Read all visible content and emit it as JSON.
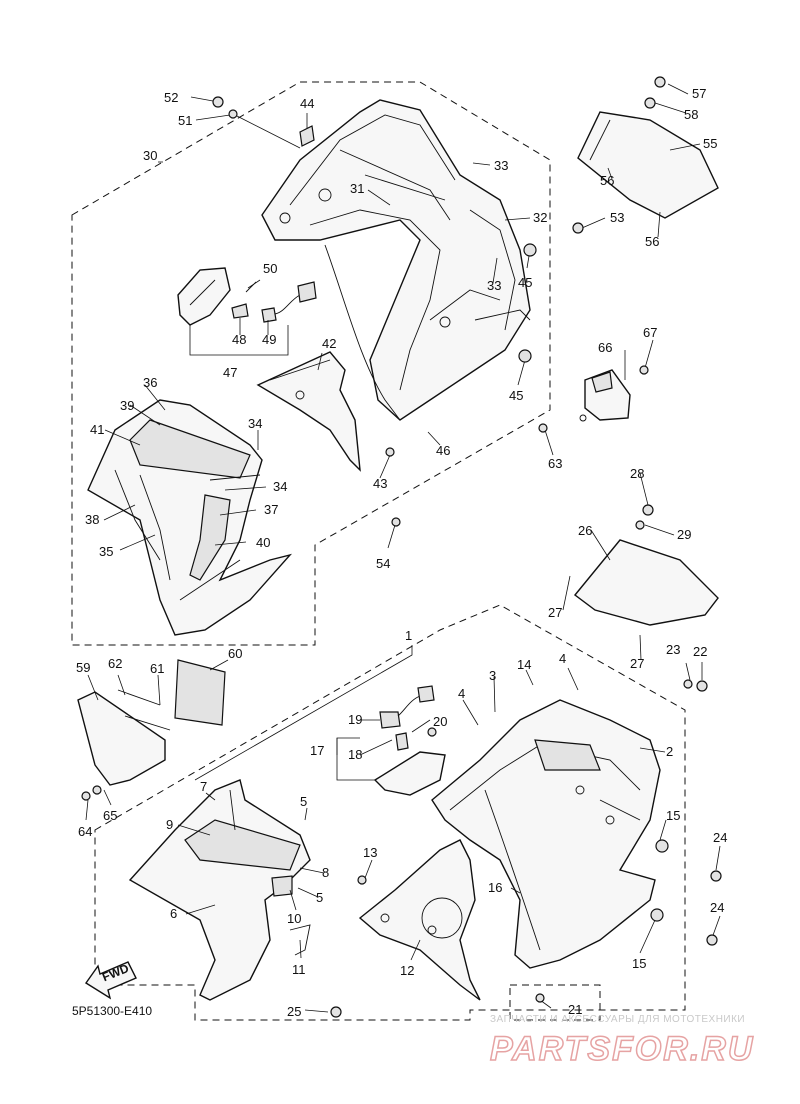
{
  "diagram": {
    "code": "5P51300-E410",
    "fwd_label": "FWD",
    "watermark_small": "ЗАПЧАСТИ И АКСЕССУАРЫ ДЛЯ МОТОТЕХНИКИ",
    "watermark_big": "PARTSFOR.RU",
    "callouts": [
      "1",
      "2",
      "3",
      "4",
      "4",
      "5",
      "5",
      "6",
      "7",
      "8",
      "9",
      "10",
      "11",
      "12",
      "13",
      "14",
      "15",
      "15",
      "16",
      "17",
      "18",
      "19",
      "20",
      "21",
      "22",
      "23",
      "24",
      "24",
      "25",
      "26",
      "27",
      "27",
      "28",
      "29",
      "30",
      "31",
      "32",
      "33",
      "33",
      "34",
      "34",
      "35",
      "36",
      "37",
      "38",
      "39",
      "40",
      "41",
      "42",
      "43",
      "44",
      "45",
      "45",
      "46",
      "47",
      "48",
      "49",
      "50",
      "51",
      "52",
      "53",
      "54",
      "55",
      "56",
      "56",
      "57",
      "58",
      "59",
      "60",
      "61",
      "62",
      "63",
      "64",
      "65",
      "66",
      "67"
    ]
  }
}
